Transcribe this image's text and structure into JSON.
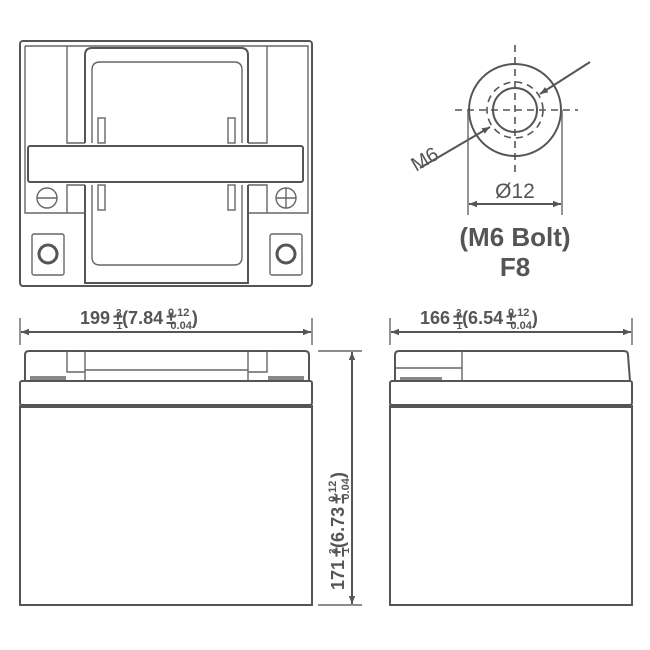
{
  "terminal": {
    "thread_label": "M6",
    "diameter_label": "Ø12",
    "bolt_label": "(M6 Bolt)",
    "type_label": "F8"
  },
  "polarity": {
    "negative": "⊖",
    "positive": "⊕"
  },
  "dimensions": {
    "length": {
      "main": "199",
      "tol_up": "3",
      "tol_down": "1",
      "inch": "(7.84",
      "inch_up": "0.12",
      "inch_down": "0.04",
      "close": ")"
    },
    "width": {
      "main": "166",
      "tol_up": "3",
      "tol_down": "1",
      "inch": "(6.54",
      "inch_up": "0.12",
      "inch_down": "0.04",
      "close": ")"
    },
    "height": {
      "main": "171",
      "tol_up": "3",
      "tol_down": "1",
      "inch": "(6.73",
      "inch_up": "0.12",
      "inch_down": "0.04",
      "close": ")"
    }
  }
}
